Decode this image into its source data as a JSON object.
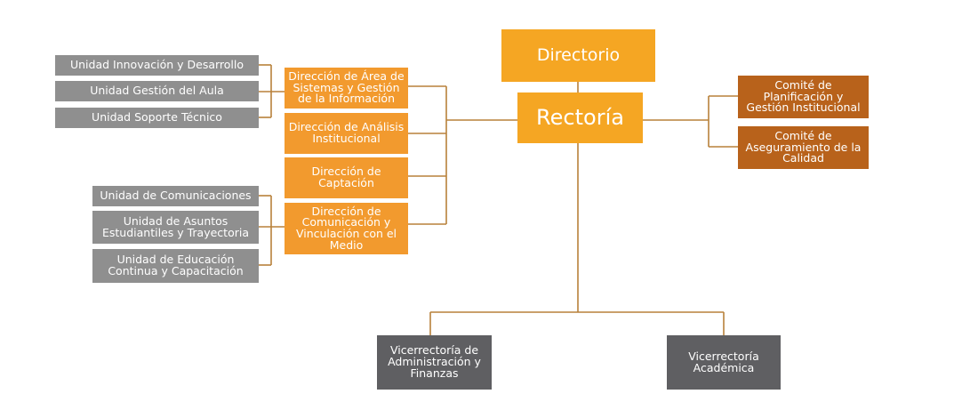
{
  "org": {
    "directorio": "Directorio",
    "rectoria": "Rectoría",
    "direcciones": [
      "Dirección de Área de\nSistemas y Gestión\nde la Información",
      "Dirección de Análisis\nInstitucional",
      "Dirección de\nCaptación",
      "Dirección de\nComunicación y\nVinculación con el\nMedio"
    ],
    "unidades_sistemas": [
      "Unidad Innovación y Desarrollo",
      "Unidad Gestión del Aula",
      "Unidad Soporte Técnico"
    ],
    "unidades_comunicacion": [
      "Unidad de Comunicaciones",
      "Unidad de Asuntos\nEstudiantiles y Trayectoria",
      "Unidad de Educación\nContinua y Capacitación"
    ],
    "comites": [
      "Comité de\nPlanificación y\nGestión Institucional",
      "Comité de\nAseguramiento de la\nCalidad"
    ],
    "vicerrectorias": [
      "Vicerrectoría de\nAdministración y\nFinanzas",
      "Vicerrectoría\nAcadémica"
    ]
  },
  "colors": {
    "line": "#b8813a",
    "main": "#f5a623",
    "direccion": "#f29a2e",
    "unidad": "#8f8f8f",
    "comite": "#b8621b",
    "vicerrectoria": "#5f5f62"
  }
}
